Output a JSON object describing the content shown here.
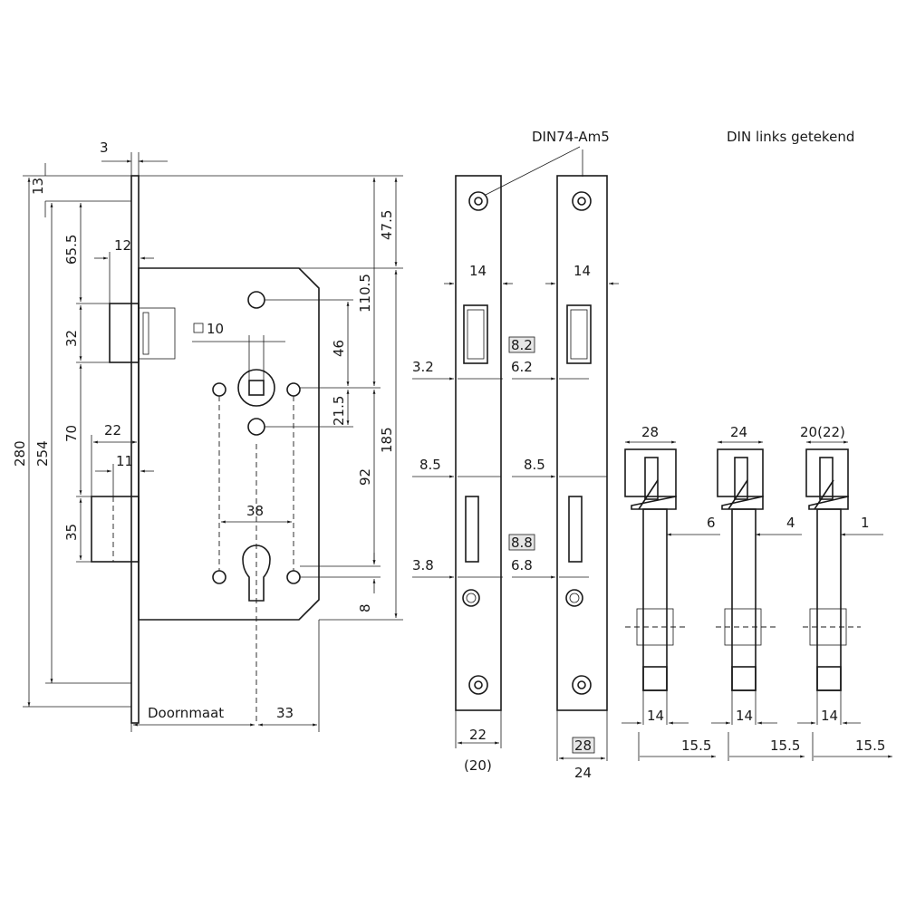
{
  "annotations": {
    "din_ref": "DIN74-Am5",
    "din_note": "DIN links getekend",
    "doornmaat": "Doornmaat"
  },
  "dimensions": {
    "d3": "3",
    "d13": "13",
    "d65_5": "65.5",
    "d12": "12",
    "d32": "32",
    "d280": "280",
    "d254": "254",
    "d70": "70",
    "d22a": "22",
    "d11": "11",
    "d35": "35",
    "d10": "10",
    "d46": "46",
    "d21_5": "21.5",
    "d38": "38",
    "d92": "92",
    "d8": "8",
    "d33": "33",
    "d47_5": "47.5",
    "d110_5": "110.5",
    "d185": "185",
    "d14a": "14",
    "d14b": "14",
    "d3_2": "3.2",
    "d8_2": "8.2",
    "d6_2": "6.2",
    "d8_5a": "8.5",
    "d8_5b": "8.5",
    "d3_8": "3.8",
    "d8_8": "8.8",
    "d6_8": "6.8",
    "d22b": "22",
    "d20p": "(20)",
    "d28a": "28",
    "d24a": "24",
    "d28b": "28",
    "d24b": "24",
    "d20_22": "20(22)",
    "d6": "6",
    "d4": "4",
    "d1": "1",
    "d14c": "14",
    "d14d": "14",
    "d14e": "14",
    "d15_5a": "15.5",
    "d15_5b": "15.5",
    "d15_5c": "15.5"
  }
}
